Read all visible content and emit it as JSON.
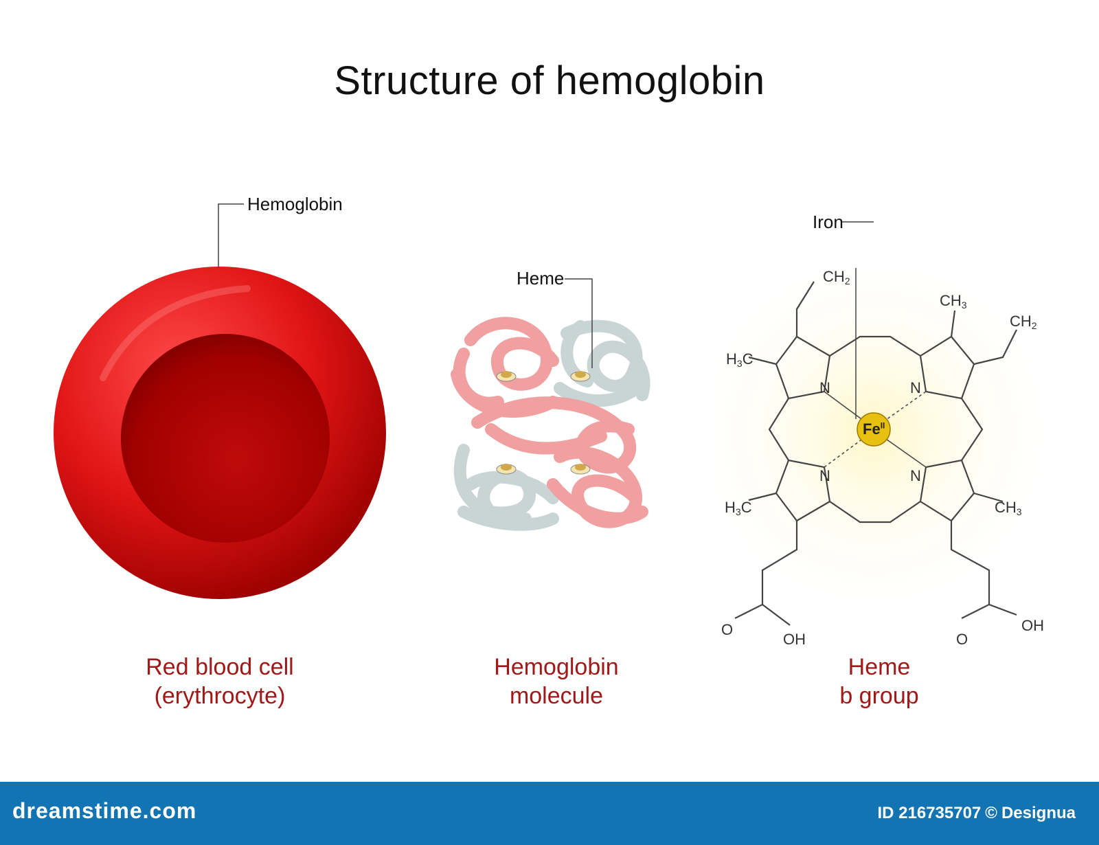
{
  "title": "Structure of hemoglobin",
  "captions": {
    "rbc": [
      "Red blood cell",
      "(erythrocyte)"
    ],
    "hemoglobin": [
      "Hemoglobin",
      "molecule"
    ],
    "heme": [
      "Heme",
      "b group"
    ]
  },
  "labels": {
    "hemoglobin": "Hemoglobin",
    "heme": "Heme",
    "iron": "Iron"
  },
  "chem": {
    "ch2_left": "CH",
    "ch2_right": "CH",
    "ch3_top": "CH",
    "ch3_right": "CH",
    "h3c_top": "C",
    "h3c_bottom": "C",
    "h": "H",
    "sub2": "2",
    "sub3": "3",
    "n": "N",
    "fe": "Fe",
    "fe_sup": "II",
    "o": "O",
    "oh": "OH"
  },
  "footer": {
    "brand": "dreamstime.com",
    "id_text": "ID 216735707",
    "copyright": "©",
    "author": "Designua"
  },
  "colors": {
    "caption": "#a01818",
    "footer": "#1274b3",
    "rbc": "#d81010",
    "hemoglobin_red": "#f0a0a0",
    "hemoglobin_gray": "#c9d4d4",
    "iron": "#e8c010"
  }
}
